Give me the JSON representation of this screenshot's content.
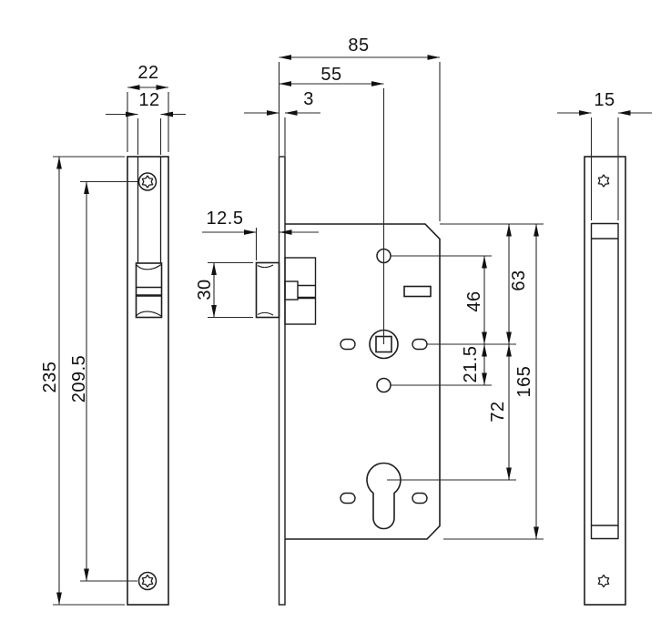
{
  "colors": {
    "background": "#ffffff",
    "line": "#1d1d1d",
    "text": "#111111"
  },
  "dims": {
    "faceplate": {
      "outer_width": "22",
      "inner_width": "12",
      "height": "235",
      "screw_spacing": "209.5"
    },
    "body": {
      "case_width": "85",
      "backset": "55",
      "faceplate_thickness": "3",
      "latch_projection": "12.5",
      "latch_height": "30",
      "top_to_spindle": "63",
      "top_hole_to_spindle": "46",
      "spindle_to_lower_hole": "21.5",
      "spindle_to_cylinder": "72",
      "case_height": "165"
    },
    "back": {
      "case_thickness": "15"
    }
  }
}
